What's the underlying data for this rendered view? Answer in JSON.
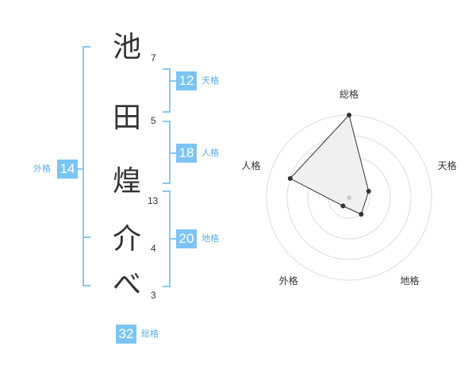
{
  "characters": [
    {
      "char": "池",
      "strokes": "7"
    },
    {
      "char": "田",
      "strokes": "5"
    },
    {
      "char": "煌",
      "strokes": "13"
    },
    {
      "char": "介",
      "strokes": "4"
    },
    {
      "char": "べ",
      "strokes": "3"
    }
  ],
  "fortunes": {
    "tenkaku": {
      "value": "12",
      "label": "天格"
    },
    "jinkaku": {
      "value": "18",
      "label": "人格"
    },
    "chikaku": {
      "value": "20",
      "label": "地格"
    },
    "gaikaku": {
      "value": "14",
      "label": "外格"
    },
    "soukaku": {
      "value": "32",
      "label": "総格"
    }
  },
  "chart_data": {
    "type": "radar",
    "axes": [
      "総格",
      "天格",
      "地格",
      "外格",
      "人格"
    ],
    "rings": 4,
    "range": [
      0,
      4
    ],
    "values": [
      4,
      1,
      1,
      0.5,
      3
    ],
    "fill_color": "#eeeeee",
    "line_color": "#333333",
    "grid_color": "#dddddd"
  }
}
